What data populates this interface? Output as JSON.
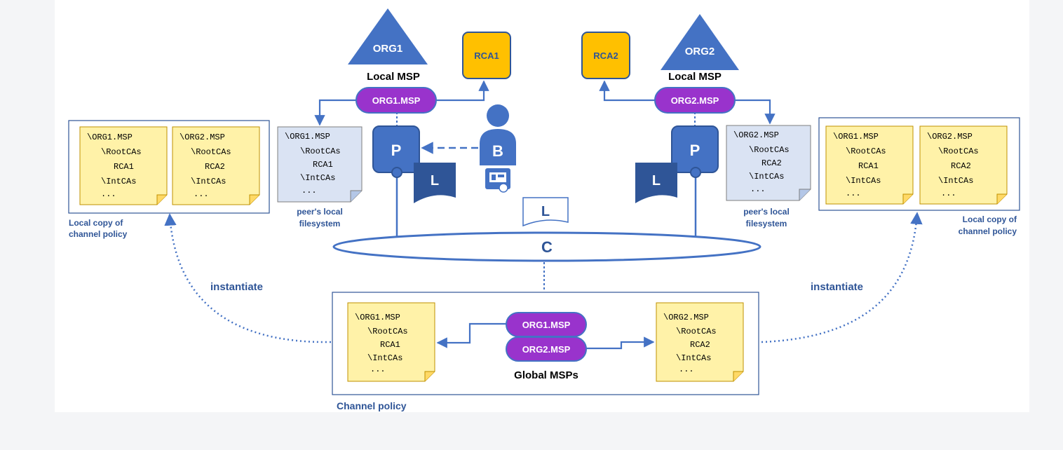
{
  "org1": {
    "name": "ORG1",
    "local_msp_label": "Local MSP",
    "msp": "ORG1.MSP",
    "rca": "RCA1",
    "fs_label_1": "peer's local",
    "fs_label_2": "filesystem",
    "peer": "P",
    "ledger": "L"
  },
  "org2": {
    "name": "ORG2",
    "local_msp_label": "Local MSP",
    "msp": "ORG2.MSP",
    "rca": "RCA2",
    "fs_label_1": "peer's local",
    "fs_label_2": "filesystem",
    "peer": "P",
    "ledger": "L"
  },
  "admin": {
    "label": "B"
  },
  "channel": {
    "label": "C",
    "ledger": "L"
  },
  "instantiate_left": "instantiate",
  "instantiate_right": "instantiate",
  "local_copy_left": {
    "line1": "Local copy of",
    "line2": "channel policy"
  },
  "local_copy_right": {
    "line1": "Local copy of",
    "line2": "channel policy"
  },
  "global": {
    "msp1": "ORG1.MSP",
    "msp2": "ORG2.MSP",
    "label": "Global MSPs"
  },
  "channel_policy_label": "Channel policy",
  "msp_docs": {
    "org1": [
      "\\ORG1.MSP",
      "\\RootCAs",
      "RCA1",
      "\\IntCAs",
      "..."
    ],
    "org2": [
      "\\ORG2.MSP",
      "\\RootCAs",
      "RCA2",
      "\\IntCAs",
      "..."
    ]
  },
  "colors": {
    "blue": "#4472c4",
    "dark_blue": "#2f5597",
    "purple": "#9933cc",
    "yellow": "#ffc000",
    "note": "#fff2a8",
    "note_border": "#bf9000",
    "fs_doc": "#dae3f3"
  }
}
